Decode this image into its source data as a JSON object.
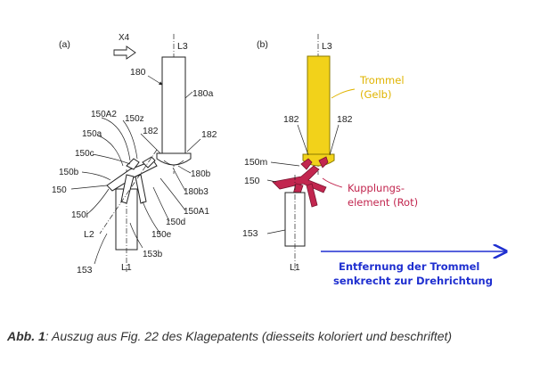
{
  "panel_a": {
    "tag": "(a)",
    "arrow_label": "X4",
    "labels": {
      "L3": "L3",
      "n180": "180",
      "n180a": "180a",
      "n182": "182",
      "n182r": "182",
      "n150A2": "150A2",
      "n150z": "150z",
      "n150a": "150a",
      "n150c": "150c",
      "n150b": "150b",
      "n150": "150",
      "n150i": "150i",
      "L2": "L2",
      "n180b": "180b",
      "n180b3": "180b3",
      "n150A1": "150A1",
      "n150d": "150d",
      "n150e": "150e",
      "n153b": "153b",
      "n153": "153",
      "L1": "L1"
    }
  },
  "panel_b": {
    "tag": "(b)",
    "labels": {
      "L3": "L3",
      "n182l": "182",
      "n182r": "182",
      "n150m": "150m",
      "n150": "150",
      "n153": "153",
      "L1": "L1"
    }
  },
  "annotations": {
    "trommel_line1": "Trommel",
    "trommel_line2": "(Gelb)",
    "kupplung_line1": "Kupplungs-",
    "kupplung_line2": "element (Rot)",
    "entfernung_line1": "Entfernung der Trommel",
    "entfernung_line2": "senkrecht zur Drehrichtung"
  },
  "caption": {
    "bold": "Abb. 1",
    "text": ": Auszug aus Fig. 22 des Klagepatents (diesseits koloriert und beschriftet)"
  },
  "colors": {
    "drum": "#f2d21a",
    "coupling": "#c2264f",
    "arrow": "#1f2fd0",
    "annotation_yellow": "#e0b400"
  }
}
